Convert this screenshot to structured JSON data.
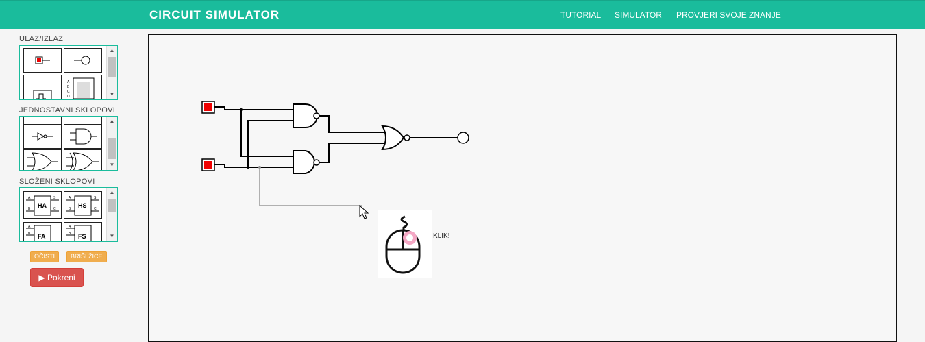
{
  "navbar": {
    "brand": "CIRCUIT SIMULATOR",
    "links": [
      "TUTORIAL",
      "SIMULATOR",
      "PROVJERI SVOJE ZNANJE"
    ],
    "color": "#1abc9c"
  },
  "sidebar": {
    "sections": [
      {
        "title": "ULAZ/IZLAZ",
        "items": [
          "input-switch",
          "output-lamp",
          "clock",
          "display"
        ]
      },
      {
        "title": "JEDNOSTAVNI SKLOPOVI",
        "items": [
          "not-gate",
          "and-gate",
          "or-gate",
          "xor-gate"
        ]
      },
      {
        "title": "SLOŽENI SKLOPOVI",
        "items": [
          "HA",
          "HS",
          "FA",
          "FS"
        ]
      }
    ],
    "buttons": {
      "clear": "OČISTI",
      "delete_wires": "BRIŠI ŽICE",
      "run": "Pokreni",
      "run_icon": "play-icon"
    },
    "colors": {
      "orange": "#f0ad4e",
      "red": "#d9534f"
    }
  },
  "canvas": {
    "tutorial_hint": "KLIK!",
    "input_color": "#ee0000"
  }
}
